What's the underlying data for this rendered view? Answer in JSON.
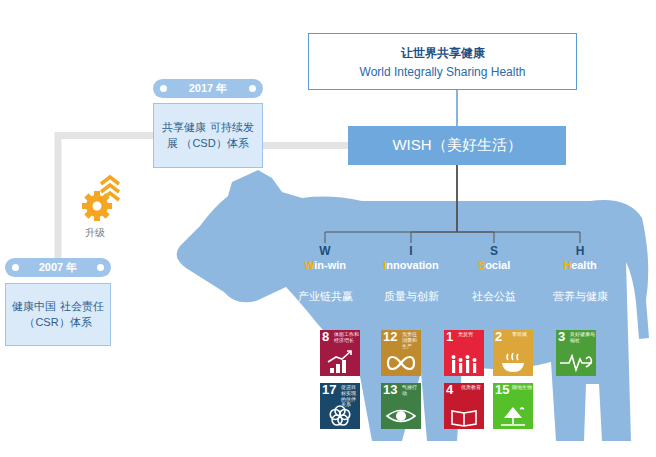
{
  "diagram": {
    "nodes": [
      {
        "text": [
          "让世界共享健康",
          "World Integrally Sharing Health"
        ]
      },
      {
        "text": [
          "WISH（美好生活）"
        ]
      },
      {
        "text": [
          "2017 年"
        ]
      },
      {
        "text": [
          "共享健康 可持续发展 （CSD）体系"
        ]
      },
      {
        "text": [
          "2007 年"
        ]
      },
      {
        "text": [
          "健康中国 社会责任 （CSR）体系"
        ]
      },
      {
        "text": [
          "W",
          "Win-win",
          "产业链共赢"
        ]
      },
      {
        "text": [
          "I",
          "Innovation",
          "质量与创新"
        ]
      },
      {
        "text": [
          "S",
          "Social",
          "社会公益"
        ]
      },
      {
        "text": [
          "H",
          "Health",
          "营养与健康"
        ]
      },
      {
        "text": [
          "8",
          "体面工作和经济增长"
        ]
      },
      {
        "text": [
          "12",
          "负责任消费和生产"
        ]
      },
      {
        "text": [
          "1",
          "无贫穷"
        ]
      },
      {
        "text": [
          "2",
          "零饥饿"
        ]
      },
      {
        "text": [
          "3",
          "良好健康与福祉"
        ]
      },
      {
        "text": [
          "17",
          "促进目标实现的伙伴关系"
        ]
      },
      {
        "text": [
          "13",
          "气候行动"
        ]
      },
      {
        "text": [
          "4",
          "优质教育"
        ]
      },
      {
        "text": [
          "15",
          "陆地生物"
        ]
      }
    ],
    "edges": [
      {
        "from": 0,
        "to": 1,
        "arrow": "none"
      },
      {
        "from": 4,
        "to": 3,
        "arrow": "none"
      },
      {
        "from": 3,
        "to": 1,
        "arrow": "none"
      },
      {
        "from": 1,
        "to": 6,
        "arrow": "none"
      },
      {
        "from": 1,
        "to": 7,
        "arrow": "none"
      },
      {
        "from": 1,
        "to": 8,
        "arrow": "none"
      },
      {
        "from": 1,
        "to": 9,
        "arrow": "none"
      }
    ],
    "labels": [
      "升级"
    ]
  }
}
